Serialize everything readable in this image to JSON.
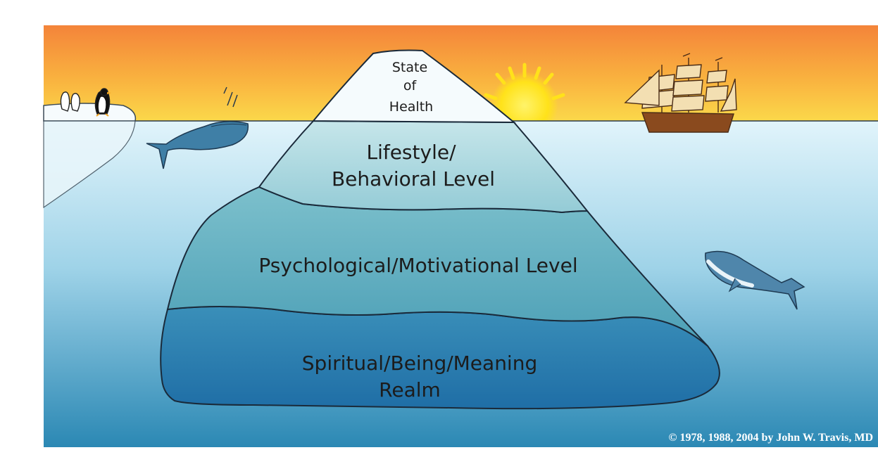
{
  "tiers": {
    "tip": {
      "lines": [
        "State",
        "of",
        "Health"
      ]
    },
    "lifestyle": {
      "lines": [
        "Lifestyle/",
        "Behavioral Level"
      ]
    },
    "psychological": {
      "lines": [
        "Psychological/Motivational Level"
      ]
    },
    "spiritual": {
      "lines": [
        "Spiritual/Being/Meaning",
        "Realm"
      ]
    }
  },
  "credit": "© 1978, 1988, 2004 by John W. Travis, MD",
  "icons": {
    "sun": "sun-icon",
    "ship": "sailing-ship-icon",
    "whale_left": "whale-icon",
    "whale_right": "humpback-whale-icon",
    "penguins": "penguin-icon"
  },
  "colors": {
    "sky_top": "#f4843a",
    "sky_bottom": "#fbd64a",
    "sea_top": "#dff3fb",
    "sea_bottom": "#2a86b2",
    "ice_tip": "#f4fbfd",
    "ice_lifestyle": "#a7d7e0",
    "ice_psychological": "#5eaebf",
    "ice_spiritual": "#2f7eae",
    "sun": "#ffe21a"
  }
}
